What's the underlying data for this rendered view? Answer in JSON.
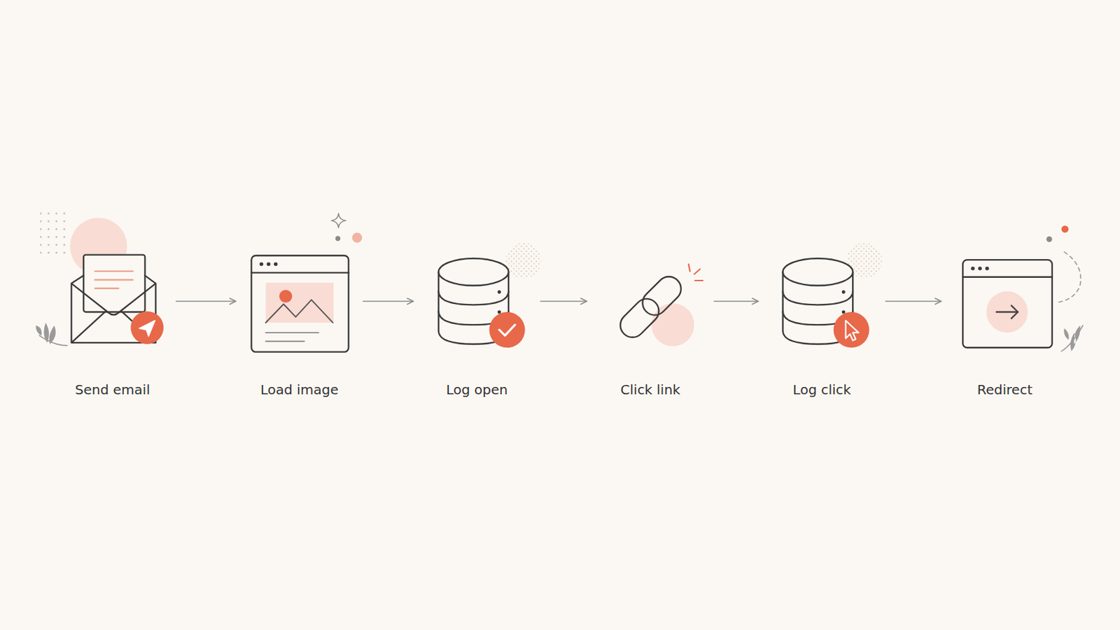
{
  "diagram": {
    "nodes": [
      {
        "text": [
          "Send email"
        ]
      },
      {
        "text": [
          "Load image"
        ]
      },
      {
        "text": [
          "Log open"
        ]
      },
      {
        "text": [
          "Click link"
        ]
      },
      {
        "text": [
          "Log click"
        ]
      },
      {
        "text": [
          "Redirect"
        ]
      }
    ],
    "edges": [
      {
        "from": 0,
        "to": 1,
        "arrow": "to"
      },
      {
        "from": 1,
        "to": 2,
        "arrow": "to"
      },
      {
        "from": 2,
        "to": 3,
        "arrow": "to"
      },
      {
        "from": 3,
        "to": 4,
        "arrow": "to"
      },
      {
        "from": 4,
        "to": 5,
        "arrow": "to"
      }
    ]
  }
}
